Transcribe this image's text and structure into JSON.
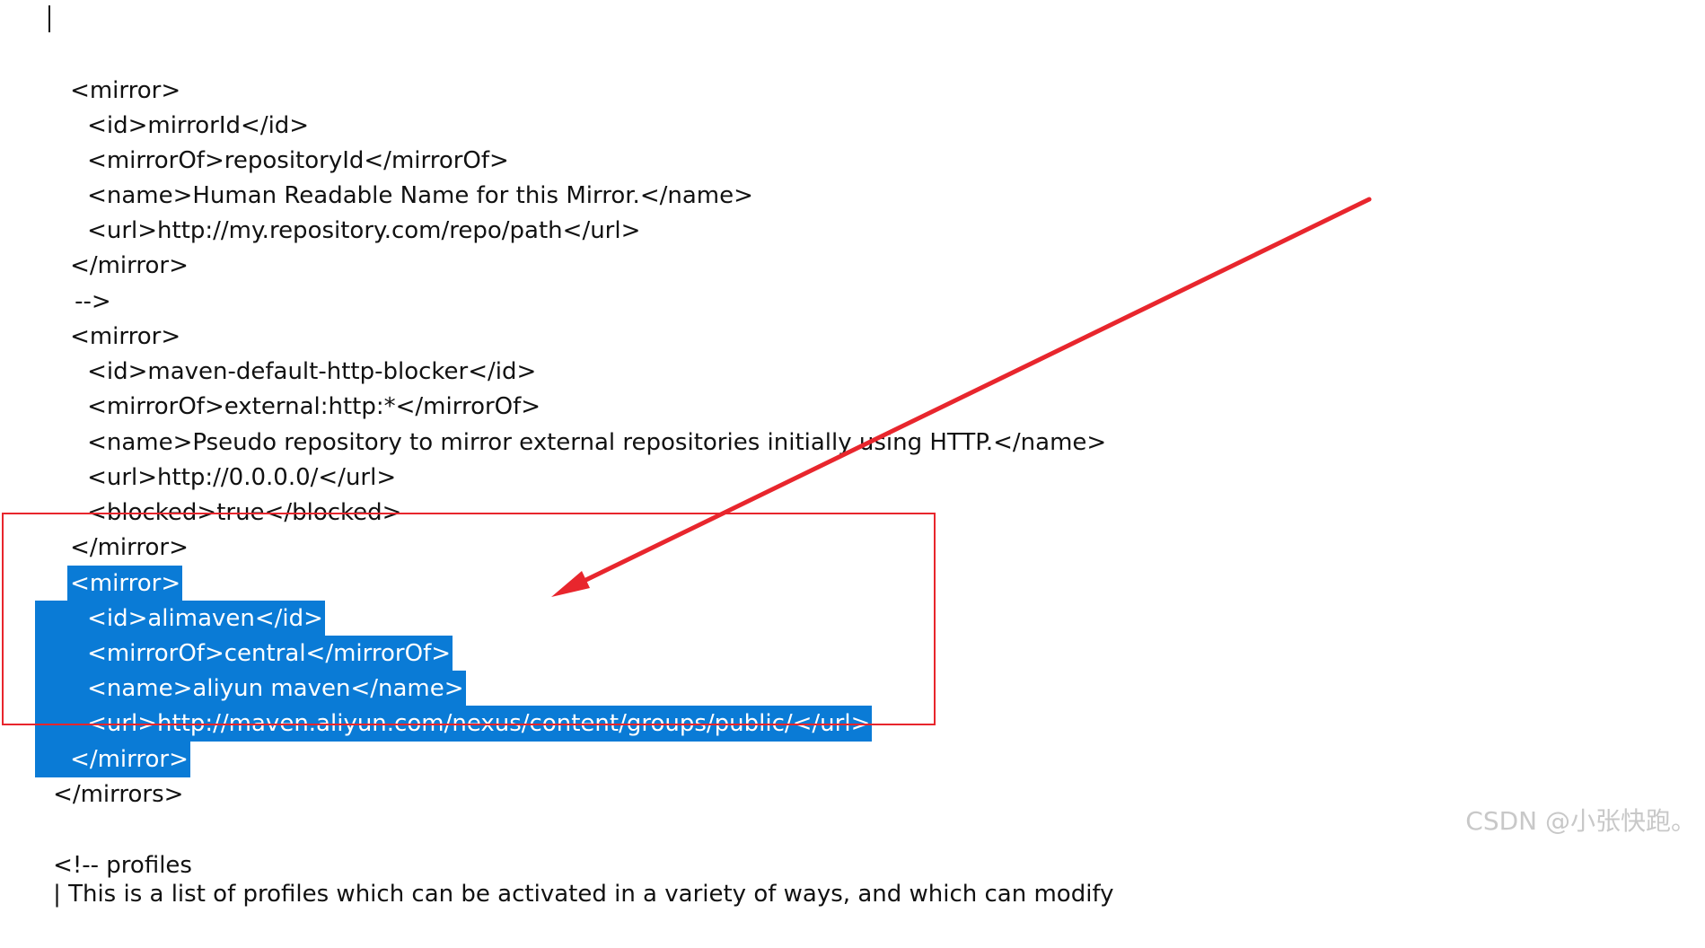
{
  "editor": {
    "lines": [
      {
        "text": "<mirror>",
        "selected": false
      },
      {
        "text": "<id>mirrorId</id>",
        "selected": false
      },
      {
        "text": "<mirrorOf>repositoryId</mirrorOf>",
        "selected": false
      },
      {
        "text": "<name>Human Readable Name for this Mirror.</name>",
        "selected": false
      },
      {
        "text": "<url>http://my.repository.com/repo/path</url>",
        "selected": false
      },
      {
        "text": "</mirror>",
        "selected": false
      },
      {
        "text": "-->",
        "selected": false
      },
      {
        "text": "<mirror>",
        "selected": false
      },
      {
        "text": "<id>maven-default-http-blocker</id>",
        "selected": false
      },
      {
        "text": "<mirrorOf>external:http:*</mirrorOf>",
        "selected": false
      },
      {
        "text": "<name>Pseudo repository to mirror external repositories initially using HTTP.</name>",
        "selected": false
      },
      {
        "text": "<url>http://0.0.0.0/</url>",
        "selected": false
      },
      {
        "text": "<blocked>true</blocked>",
        "selected": false
      },
      {
        "text": "</mirror>",
        "selected": false
      },
      {
        "text": "<mirror>",
        "selected": true
      },
      {
        "text": "<id>alimaven</id>",
        "selected": true
      },
      {
        "text": "<mirrorOf>central</mirrorOf>",
        "selected": true
      },
      {
        "text": "<name>aliyun maven</name>",
        "selected": true
      },
      {
        "text": "<url>http://maven.aliyun.com/nexus/content/groups/public/</url>",
        "selected": true
      },
      {
        "text": "</mirror>",
        "selected": true
      },
      {
        "text": "</mirrors>",
        "selected": false
      },
      {
        "text": "",
        "selected": false
      },
      {
        "text": "<!-- profiles",
        "selected": false
      },
      {
        "text": "| This is a list of profiles which can be activated in a variety of ways, and which can modify",
        "selected": false
      }
    ]
  },
  "annotation": {
    "box_color": "#e8262d",
    "arrow_color": "#e8262d",
    "selection_color": "#0a7bd6"
  },
  "watermark": {
    "text": "CSDN @小张快跑。"
  }
}
